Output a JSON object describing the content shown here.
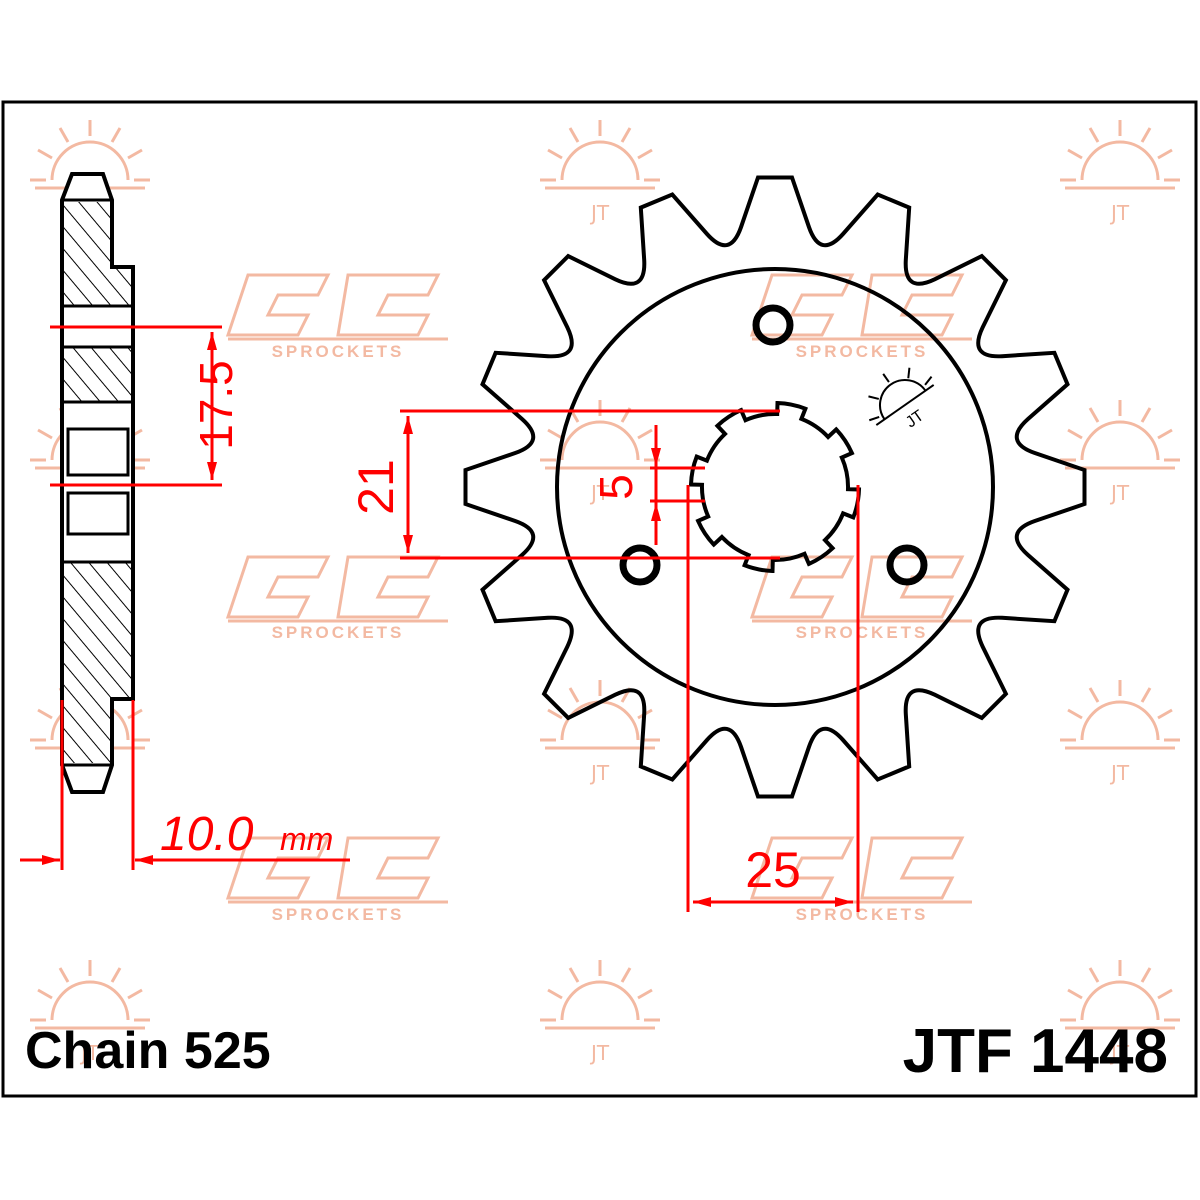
{
  "title": {
    "chain": "Chain 525",
    "part_number": "JTF 1448"
  },
  "dimensions": {
    "tooth_pitch_offset": "17.5",
    "spline_inner": "21",
    "spline_width": "5",
    "spline_outer": "25",
    "thickness": "10.0",
    "thickness_unit": "mm"
  },
  "sprocket": {
    "teeth": 16,
    "bolt_holes": 3,
    "spline_teeth": 8
  },
  "watermark": {
    "brand_text": "SPROCKETS",
    "logo": "JT"
  },
  "colors": {
    "outline": "#000000",
    "dimension": "#ff0000",
    "watermark": "#f3b9a2",
    "frame": "#000000"
  }
}
